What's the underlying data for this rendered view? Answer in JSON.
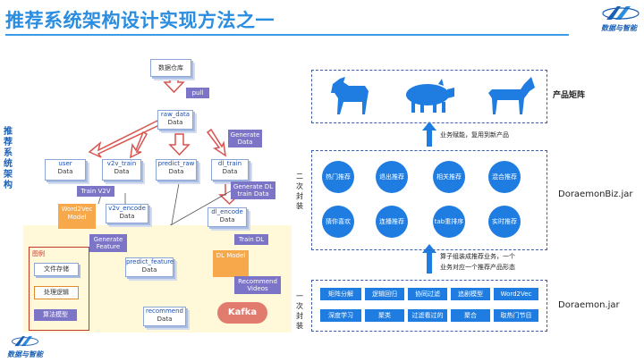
{
  "header": {
    "title": "推荐系统架构设计实现方法之一",
    "logo_text": "数据与智能"
  },
  "left": {
    "vertical_label": "推荐系统架构",
    "boxes": {
      "warehouse": "数据仓库",
      "pull": "pull",
      "raw_data": "raw_data",
      "raw_data_sub": "Data",
      "generate_data": "Generate Data",
      "user": "user",
      "user_sub": "Data",
      "v2v_train": "v2v_train",
      "v2v_train_sub": "Data",
      "predict_raw": "predict_raw",
      "predict_raw_sub": "Data",
      "dl_train": "dl_train",
      "dl_train_sub": "Data",
      "train_v2v": "Train V2V",
      "generate_dl": "Generate DL train Data",
      "word2vec": "Word2Vec Model",
      "v2v_encode": "v2v_encode",
      "v2v_encode_sub": "Data",
      "dl_encode": "dl_encode",
      "dl_encode_sub": "Data",
      "generate_feature": "Generate Feature",
      "train_dl": "Train DL",
      "predict_feature": "predict_feature",
      "predict_feature_sub": "Data",
      "dl_model": "DL Model",
      "recommend_videos": "Recommend Videos",
      "recommend": "recommend",
      "recommend_sub": "Data",
      "kafka": "Kafka"
    },
    "legend": {
      "title": "图例",
      "items": [
        "文件存储",
        "处理逻辑",
        "算法模型"
      ]
    }
  },
  "right": {
    "product_label": "产品矩阵",
    "note_top": "业务赋能，复用到新产品",
    "secondary_label": "二次封装",
    "biz_label": "DoraemonBiz.jar",
    "circles": [
      "热门推荐",
      "退出推荐",
      "相关推荐",
      "混合推荐",
      "猜你喜欢",
      "连播推荐",
      "tab重排序",
      "实时推荐"
    ],
    "note_mid_1": "算子组装成推荐业务，一个",
    "note_mid_2": "业务对应一个推荐产品形态",
    "primary_label": "一次封装",
    "core_label": "Doraemon.jar",
    "cells_row1": [
      "矩阵分解",
      "逻辑回归",
      "协同过滤",
      "追剧模型",
      "Word2Vec"
    ],
    "cells_row2": [
      "深度学习",
      "聚类",
      "过滤看过的",
      "聚合",
      "取热门节目"
    ]
  },
  "footer": {
    "logo_text": "数据与智能"
  },
  "colors": {
    "title": "#2a8de0",
    "blue": "#1f7ce0",
    "purple": "#7c74c6",
    "orange": "#f6a84a"
  }
}
